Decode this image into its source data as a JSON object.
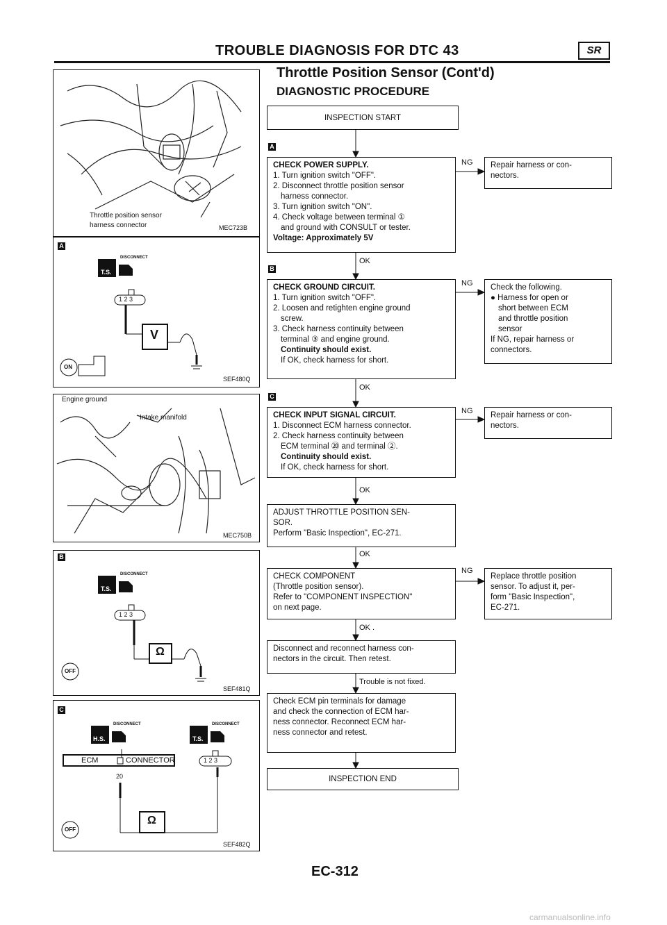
{
  "header": {
    "title": "TROUBLE DIAGNOSIS FOR DTC 43",
    "badge": "SR",
    "subtitle": "Throttle Position Sensor (Cont'd)",
    "procedure_title": "DIAGNOSTIC PROCEDURE"
  },
  "figures": {
    "fig1": {
      "label_line1": "Throttle position sensor",
      "label_line2": "harness connector",
      "code": "MEC723B"
    },
    "figA": {
      "letter": "A",
      "disconnect": "DISCONNECT",
      "ts": "T.S.",
      "pins": "1 2 3",
      "meter": "V",
      "ign": "ON",
      "code": "SEF480Q"
    },
    "fig2": {
      "label1": "Engine ground",
      "label2": "Intake manifold",
      "code": "MEC750B"
    },
    "figB": {
      "letter": "B",
      "disconnect": "DISCONNECT",
      "ts": "T.S.",
      "pins": "1 2 3",
      "meter": "Ω",
      "ign": "OFF",
      "code": "SEF481Q"
    },
    "figC": {
      "letter": "C",
      "disconnect1": "DISCONNECT",
      "hs": "H.S.",
      "disconnect2": "DISCONNECT",
      "ts": "T.S.",
      "ecm": "ECM",
      "connector": "CONNECTOR",
      "pin": "20",
      "pins": "1 2 3",
      "meter": "Ω",
      "ign": "OFF",
      "code": "SEF482Q"
    }
  },
  "flow": {
    "start": "INSPECTION START",
    "stepA": {
      "letter": "A",
      "title": "CHECK POWER SUPPLY.",
      "l1": "1. Turn ignition switch \"OFF\".",
      "l2": "2. Disconnect throttle position sensor",
      "l3": "harness connector.",
      "l4": "3. Turn ignition switch \"ON\".",
      "l5": "4. Check voltage between terminal ①",
      "l6": "and ground with CONSULT or tester.",
      "l7": "Voltage: Approximately 5V",
      "ng": "NG",
      "ng_r1": "Repair harness or con-",
      "ng_r2": "nectors."
    },
    "ok1": "OK",
    "stepB": {
      "letter": "B",
      "title": "CHECK GROUND CIRCUIT.",
      "l1": "1. Turn ignition switch \"OFF\".",
      "l2": "2. Loosen and retighten engine ground",
      "l3": "screw.",
      "l4": "3. Check harness continuity between",
      "l5": "terminal ③ and engine ground.",
      "l6": "Continuity should exist.",
      "l7": "If OK, check harness for short.",
      "ng": "NG",
      "ng_r1": "Check the following.",
      "ng_r2": "● Harness for open or",
      "ng_r3": "short between ECM",
      "ng_r4": "and throttle position",
      "ng_r5": "sensor",
      "ng_r6": "If NG, repair harness or",
      "ng_r7": "connectors."
    },
    "ok2": "OK",
    "stepC": {
      "letter": "C",
      "title": "CHECK INPUT SIGNAL CIRCUIT.",
      "l1": "1. Disconnect ECM harness connector.",
      "l2": "2. Check harness continuity between",
      "l3": "ECM terminal ⑳ and terminal ②.",
      "l4": "Continuity should exist.",
      "l5": "If OK, check harness for short.",
      "ng": "NG",
      "ng_r1": "Repair harness or con-",
      "ng_r2": "nectors."
    },
    "ok3": "OK",
    "adjust": {
      "l1": "ADJUST THROTTLE POSITION SEN-",
      "l2": "SOR.",
      "l3": "Perform \"Basic Inspection\", EC-271."
    },
    "ok4": "OK",
    "component": {
      "l1": "CHECK COMPONENT",
      "l2": "(Throttle position sensor).",
      "l3": "Refer to \"COMPONENT INSPECTION\"",
      "l4": "on next page.",
      "ng": "NG",
      "ng_r1": "Replace throttle position",
      "ng_r2": "sensor. To adjust it, per-",
      "ng_r3": "form \"Basic Inspection\",",
      "ng_r4": "EC-271."
    },
    "ok5": "OK .",
    "reconnect": {
      "l1": "Disconnect and reconnect harness con-",
      "l2": "nectors in the circuit. Then retest."
    },
    "not_fixed": "Trouble is not fixed.",
    "check_ecm": {
      "l1": "Check ECM pin terminals for damage",
      "l2": "and check the connection of ECM har-",
      "l3": "ness connector. Reconnect ECM har-",
      "l4": "ness connector and retest."
    },
    "end": "INSPECTION END"
  },
  "footer": {
    "page": "EC-312",
    "watermark": "carmanualsonline.info"
  }
}
